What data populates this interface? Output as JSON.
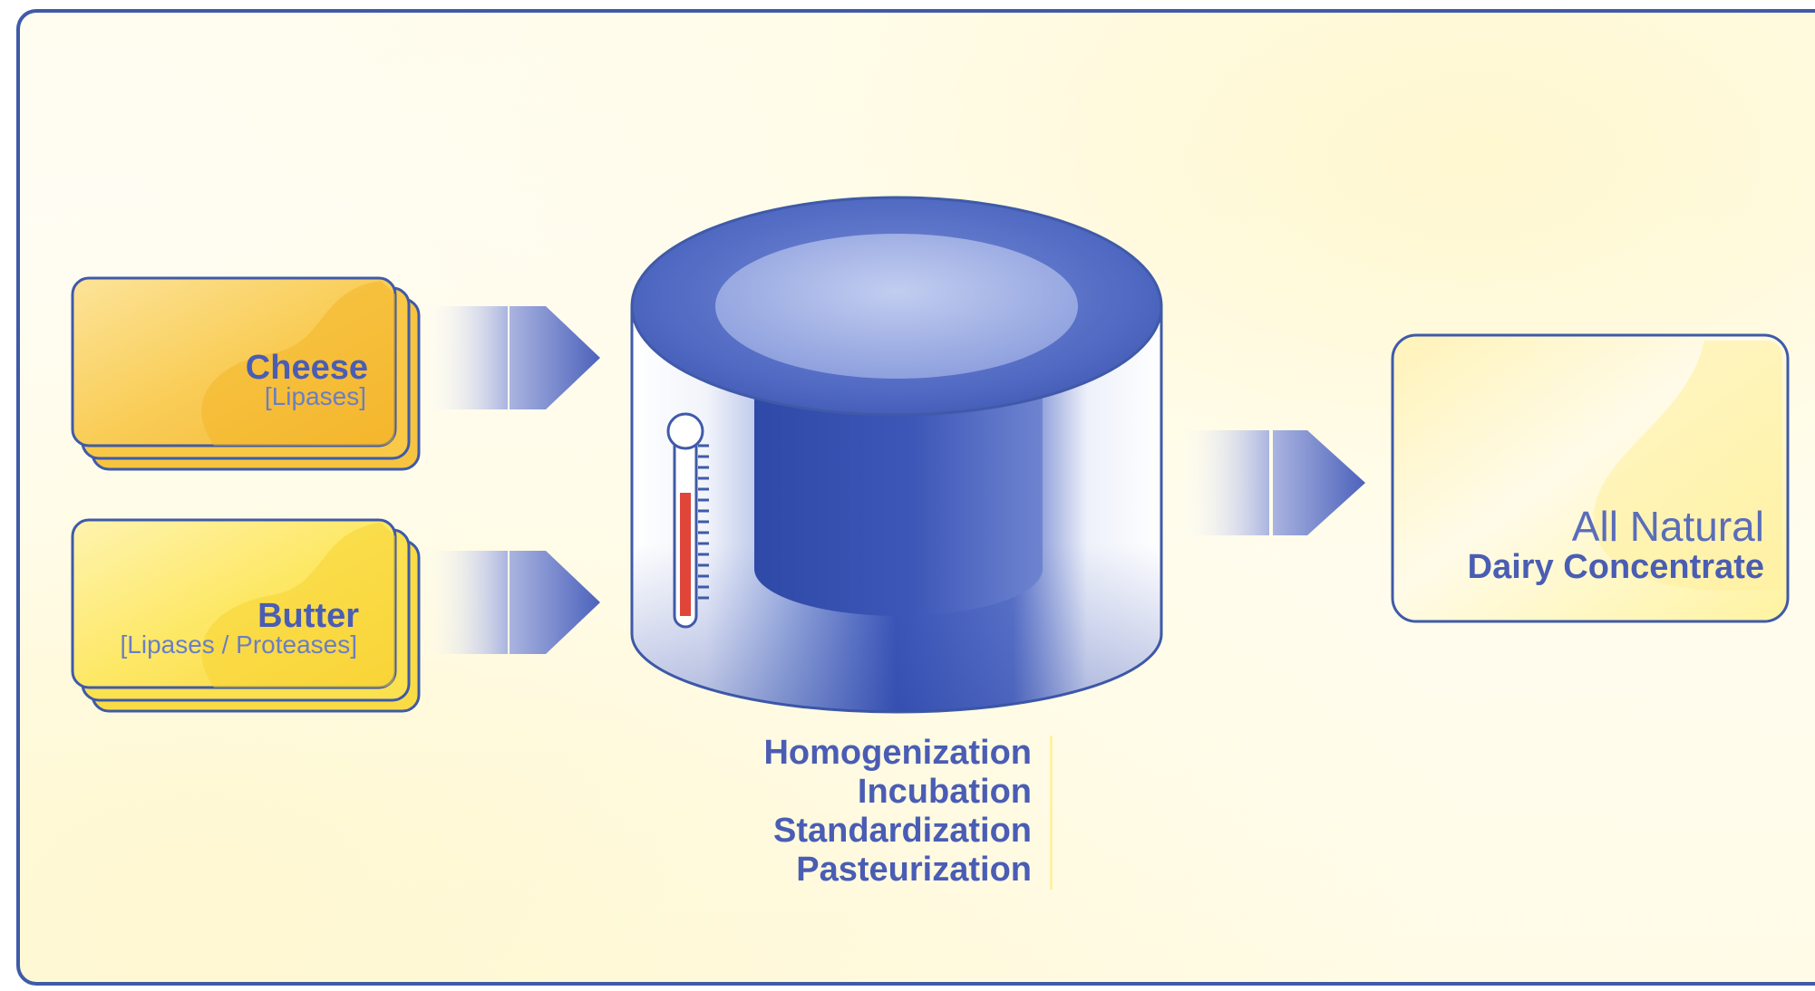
{
  "inputs": [
    {
      "title": "Cheese",
      "enzymes": "[Lipases]",
      "color": "#f9c84b"
    },
    {
      "title": "Butter",
      "enzymes": "[Lipases / Proteases]",
      "color": "#fde35a"
    }
  ],
  "processes": [
    "Homogenization",
    "Incubation",
    "Standardization",
    "Pasteurization"
  ],
  "output": {
    "line1": "All Natural",
    "line2": "Dairy Concentrate",
    "color": "#fff3a0"
  },
  "colors": {
    "border": "#3f5aa8",
    "text": "#4a5db4",
    "tank": "#3a55b8",
    "thermometer": "#e0453a"
  },
  "icons": {
    "vessel": "processing-tank-icon",
    "gauge": "thermometer-icon",
    "flow": "arrow-right-icon"
  }
}
